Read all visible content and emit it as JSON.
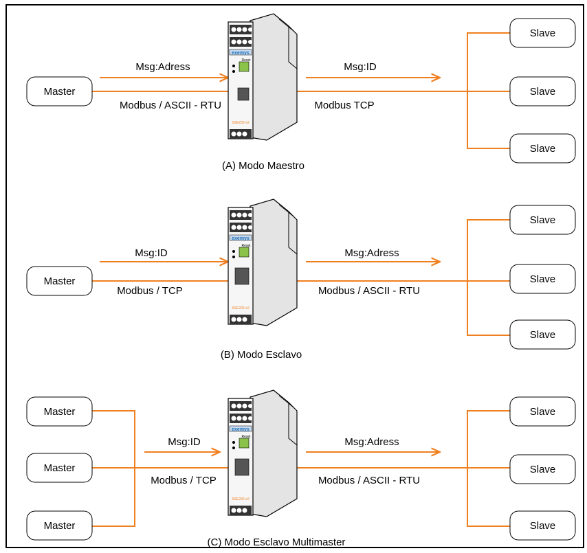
{
  "colors": {
    "wire": "#F07F20",
    "device_label": "#1E6FB8",
    "device_led": "#8BC34A"
  },
  "device": {
    "brand": "exemys",
    "button": "Reset",
    "model": "SSE232-e2"
  },
  "modes": [
    {
      "caption": "(A) Modo Maestro",
      "left_msg": "Msg:Adress",
      "left_protocol": "Modbus / ASCII - RTU",
      "right_msg": "Msg:ID",
      "right_protocol": "Modbus TCP",
      "masters": [
        "Master"
      ],
      "slaves": [
        "Slave",
        "Slave",
        "Slave"
      ]
    },
    {
      "caption": "(B) Modo Esclavo",
      "left_msg": "Msg:ID",
      "left_protocol": "Modbus / TCP",
      "right_msg": "Msg:Adress",
      "right_protocol": "Modbus / ASCII - RTU",
      "masters": [
        "Master"
      ],
      "slaves": [
        "Slave",
        "Slave",
        "Slave"
      ]
    },
    {
      "caption": "(C) Modo Esclavo Multimaster",
      "left_msg": "Msg:ID",
      "left_protocol": "Modbus / TCP",
      "right_msg": "Msg:Adress",
      "right_protocol": "Modbus / ASCII - RTU",
      "masters": [
        "Master",
        "Master",
        "Master"
      ],
      "slaves": [
        "Slave",
        "Slave",
        "Slave"
      ]
    }
  ]
}
